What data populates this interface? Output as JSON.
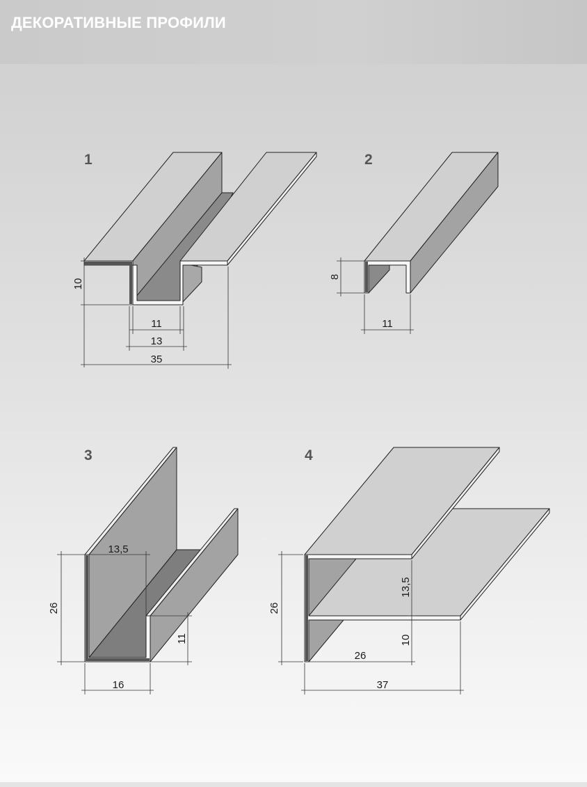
{
  "header": {
    "title": "ДЕКОРАТИВНЫЕ ПРОФИЛИ"
  },
  "profiles": [
    {
      "number": "1",
      "dims": {
        "height": "10",
        "inner": "11",
        "outer": "13",
        "total": "35"
      }
    },
    {
      "number": "2",
      "dims": {
        "height": "8",
        "width": "11"
      }
    },
    {
      "number": "3",
      "dims": {
        "height": "26",
        "top": "13,5",
        "side": "11",
        "width": "16"
      }
    },
    {
      "number": "4",
      "dims": {
        "height": "26",
        "upper": "13,5",
        "lower": "10",
        "inner": "26",
        "width": "37"
      }
    }
  ],
  "colors": {
    "top_face": "#d0d0d0",
    "side_face": "#a3a3a3",
    "inner_face": "#8a8a8a",
    "dark_face": "#7e7e7e",
    "edge": "#f6f6f6"
  }
}
